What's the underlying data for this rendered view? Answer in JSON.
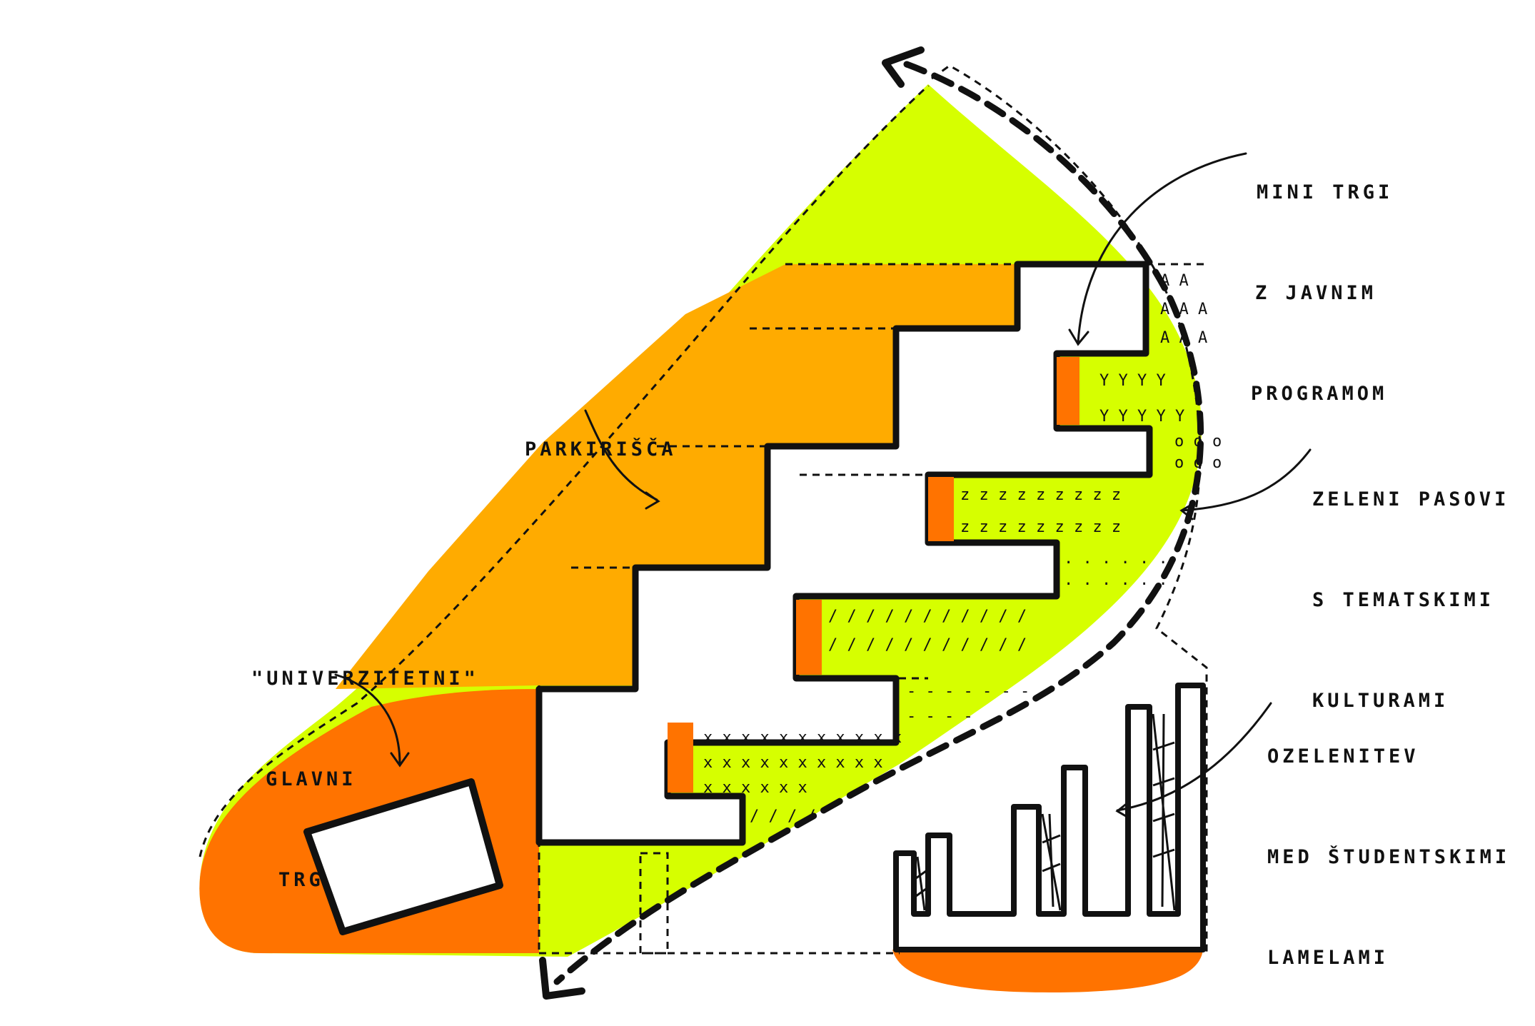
{
  "colors": {
    "lime": "#d6ff00",
    "orange": "#ff7300",
    "amber": "#ffab00",
    "ink": "#111111",
    "paper": "#ffffff"
  },
  "labels": {
    "parking": "PARKIRIŠČA",
    "main_square": [
      "\"UNIVERZITETNI\"",
      "GLAVNI",
      "TRG"
    ],
    "mini_squares": [
      "MINI TRGI",
      "Z JAVNIM",
      "PROGRAMOM"
    ],
    "green_strips": [
      "ZELENI PASOVI",
      "S TEMATSKIMI",
      "KULTURAMI"
    ],
    "greenery_lamellas": [
      "OZELENITEV",
      "MED ŠTUDENTSKIMI",
      "LAMELAMI"
    ]
  },
  "strip_patterns": [
    "A A A",
    "Y Y Y Y",
    "o o o",
    "z z z z z z z",
    "· · · · ·",
    "/ / / / /",
    "x x x x x x"
  ]
}
